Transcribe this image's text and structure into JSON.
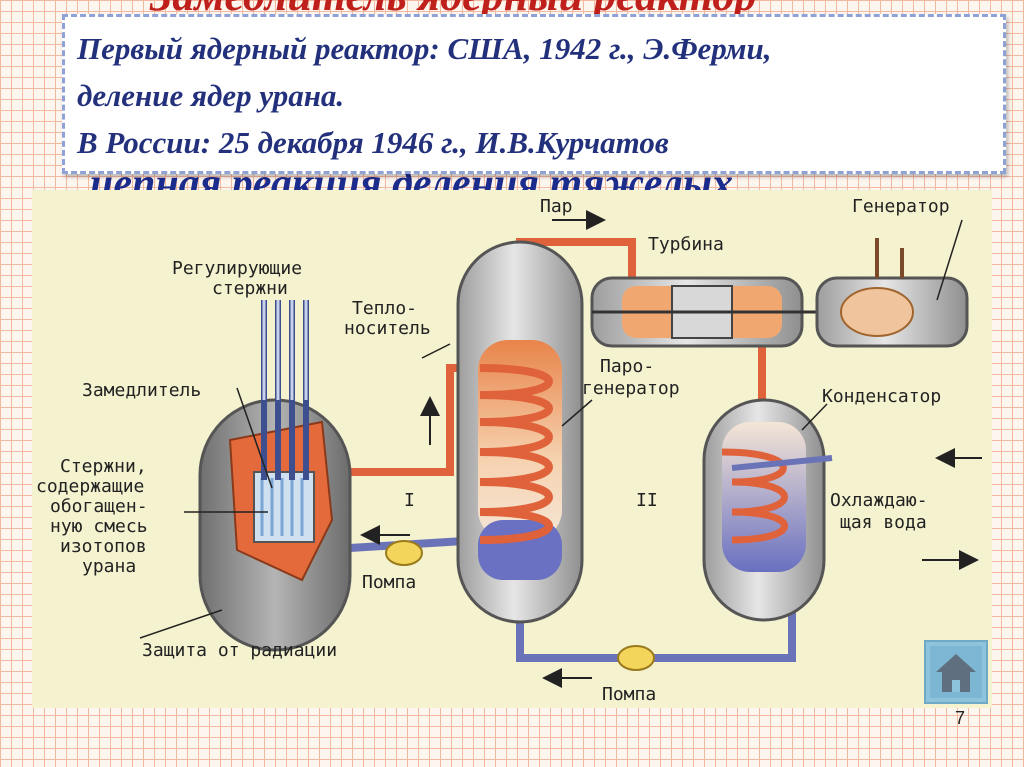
{
  "slide": {
    "title": "Замедлитель ядерный реактор",
    "subtitle": "цепная реакция деления тяжелых",
    "page_number": "7"
  },
  "info_box": {
    "line1": "Первый ядерный реактор: США, 1942 г., Э.Ферми,",
    "line2": "деление ядер урана.",
    "line3": "В России: 25 декабря 1946 г., И.В.Курчатов"
  },
  "diagram": {
    "labels": {
      "steam": "Пар",
      "generator": "Генератор",
      "turbine": "Турбина",
      "control_rods_1": "Регулирующие",
      "control_rods_2": "стержни",
      "coolant_1": "Тепло-",
      "coolant_2": "носитель",
      "steam_generator_1": "Паро-",
      "steam_generator_2": "генератор",
      "moderator": "Замедлитель",
      "condenser": "Конденсатор",
      "fuel_rods_1": "Стержни,",
      "fuel_rods_2": "содержащие",
      "fuel_rods_3": "обогащен-",
      "fuel_rods_4": "ную смесь",
      "fuel_rods_5": "изотопов",
      "fuel_rods_6": "урана",
      "loop_one": "I",
      "loop_two": "II",
      "cooling_water_1": "Охлаждаю-",
      "cooling_water_2": "щая вода",
      "pump_primary": "Помпа",
      "radiation_shield": "Защита от радиации",
      "pump_secondary": "Помпа"
    }
  },
  "colors": {
    "title_red": "#c0201c",
    "text_blue": "#23317c",
    "hot_pipe": "#e0623a",
    "cold_pipe": "#6a73b8",
    "vessel_gray": "#c8c8c8"
  },
  "icons": {
    "home": "home-icon"
  }
}
